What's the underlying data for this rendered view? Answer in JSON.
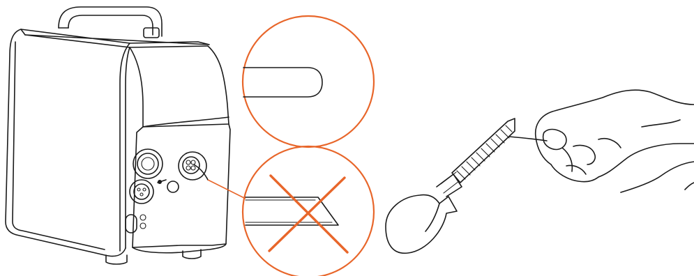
{
  "figure": {
    "panels": [
      {
        "id": "welder-unit",
        "icon": "wire-feeder-machine-icon"
      },
      {
        "id": "correct-wire-end",
        "icon": "rounded-wire-end-icon",
        "verdict": "correct"
      },
      {
        "id": "incorrect-wire-end",
        "icon": "sharp-angled-wire-end-icon",
        "verdict": "incorrect"
      },
      {
        "id": "filing-wire",
        "icon": "hand-with-file-icon"
      }
    ],
    "colors": {
      "accent": "#E8662A",
      "line": "#1A1A1A",
      "background": "#FFFFFF"
    }
  }
}
